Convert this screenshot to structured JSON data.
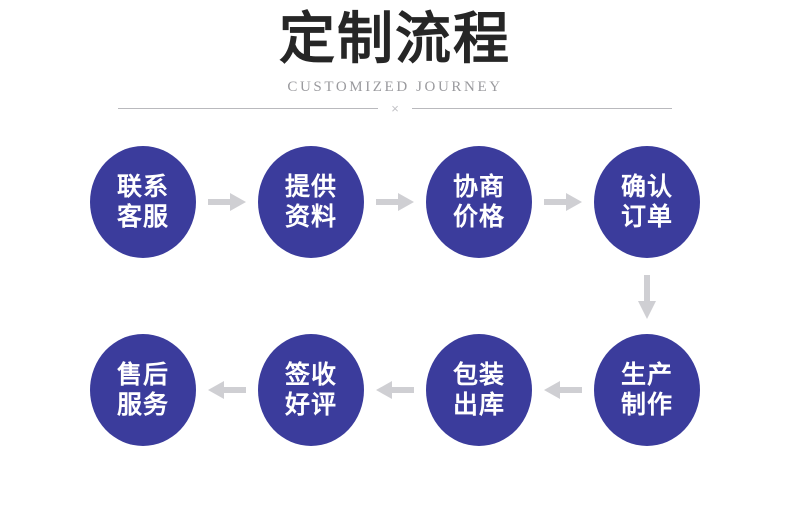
{
  "header": {
    "title": "定制流程",
    "subtitle": "CUSTOMIZED JOURNEY",
    "divider_mark": "×"
  },
  "colors": {
    "node_fill": "#3b3c9c",
    "node_text": "#ffffff",
    "arrow": "#cfcfd3",
    "title_text": "#262626",
    "subtitle_text": "#9a9a9e",
    "divider_line": "#b9b9bd",
    "background": "#ffffff"
  },
  "flow": {
    "top_row": {
      "direction": "left-to-right",
      "arrow_icon": "arrow-right-icon",
      "steps": [
        {
          "index": 1,
          "line1": "联系",
          "line2": "客服"
        },
        {
          "index": 2,
          "line1": "提供",
          "line2": "资料"
        },
        {
          "index": 3,
          "line1": "协商",
          "line2": "价格"
        },
        {
          "index": 4,
          "line1": "确认",
          "line2": "订单"
        }
      ]
    },
    "row_link": {
      "direction": "top-to-bottom",
      "arrow_icon": "arrow-down-icon"
    },
    "bottom_row": {
      "direction": "right-to-left",
      "arrow_icon": "arrow-left-icon",
      "steps": [
        {
          "index": 8,
          "line1": "售后",
          "line2": "服务"
        },
        {
          "index": 7,
          "line1": "签收",
          "line2": "好评"
        },
        {
          "index": 6,
          "line1": "包装",
          "line2": "出库"
        },
        {
          "index": 5,
          "line1": "生产",
          "line2": "制作"
        }
      ]
    }
  }
}
